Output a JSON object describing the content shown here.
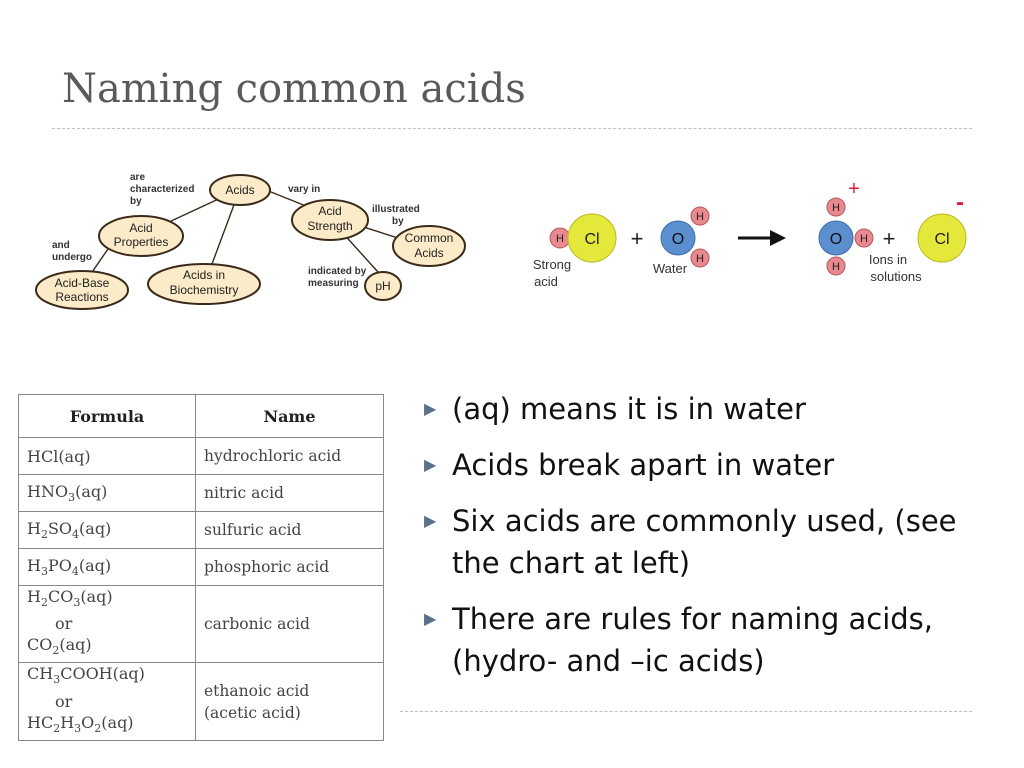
{
  "slide": {
    "title": "Naming common acids"
  },
  "concept_map": {
    "nodes": {
      "acids": "Acids",
      "acid_properties_1": "Acid",
      "acid_properties_2": "Properties",
      "acids_biochem_1": "Acids in",
      "acids_biochem_2": "Biochemistry",
      "acid_base_1": "Acid-Base",
      "acid_base_2": "Reactions",
      "acid_strength_1": "Acid",
      "acid_strength_2": "Strength",
      "common_acids_1": "Common",
      "common_acids_2": "Acids",
      "ph": "pH"
    },
    "links": {
      "characterized_1": "are",
      "characterized_2": "characterized",
      "characterized_3": "by",
      "undergo_1": "and",
      "undergo_2": "undergo",
      "vary_in": "vary in",
      "illustrated_1": "illustrated",
      "illustrated_2": "by",
      "indicated_1": "indicated by",
      "indicated_2": "measuring"
    }
  },
  "reaction": {
    "strong_acid_1": "Strong",
    "strong_acid_2": "acid",
    "water": "Water",
    "ions_1": "Ions in",
    "ions_2": "solutions",
    "h": "H",
    "cl": "Cl",
    "o": "O",
    "plus": "+",
    "minus": "-",
    "colors": {
      "h_atom": "#e8898f",
      "cl_atom": "#e4e83a",
      "o_atom": "#5b8fd0",
      "charge": "#d9213a"
    }
  },
  "acid_table": {
    "headers": {
      "formula": "Formula",
      "name": "Name"
    },
    "rows": [
      {
        "f1": "HCl(aq)",
        "name": "hydrochloric acid"
      },
      {
        "f1": "HNO",
        "s1": "3",
        "f1b": "(aq)",
        "name": "nitric acid"
      },
      {
        "f1": "H",
        "s1": "2",
        "f1b": "SO",
        "s2": "4",
        "f1c": "(aq)",
        "name": "sulfuric acid"
      },
      {
        "f1": "H",
        "s1": "3",
        "f1b": "PO",
        "s2": "4",
        "f1c": "(aq)",
        "name": "phosphoric acid"
      },
      {
        "f1": "H",
        "s1": "2",
        "f1b": "CO",
        "s2": "3",
        "f1c": "(aq)",
        "or": "or",
        "f2": "CO",
        "s3": "2",
        "f2b": "(aq)",
        "name": "carbonic acid"
      },
      {
        "f1": "CH",
        "s1": "3",
        "f1b": "COOH(aq)",
        "or": "or",
        "f2": "HC",
        "s3": "2",
        "f2b": "H",
        "s4": "3",
        "f2c": "O",
        "s5": "2",
        "f2d": "(aq)",
        "name": "ethanoic acid",
        "name2": "(acetic acid)"
      }
    ]
  },
  "bullets": [
    "(aq) means it is in water",
    "Acids break apart in water",
    "Six acids are commonly used, (see the chart at left)",
    "There are rules for naming acids, (hydro- and –ic acids)"
  ]
}
